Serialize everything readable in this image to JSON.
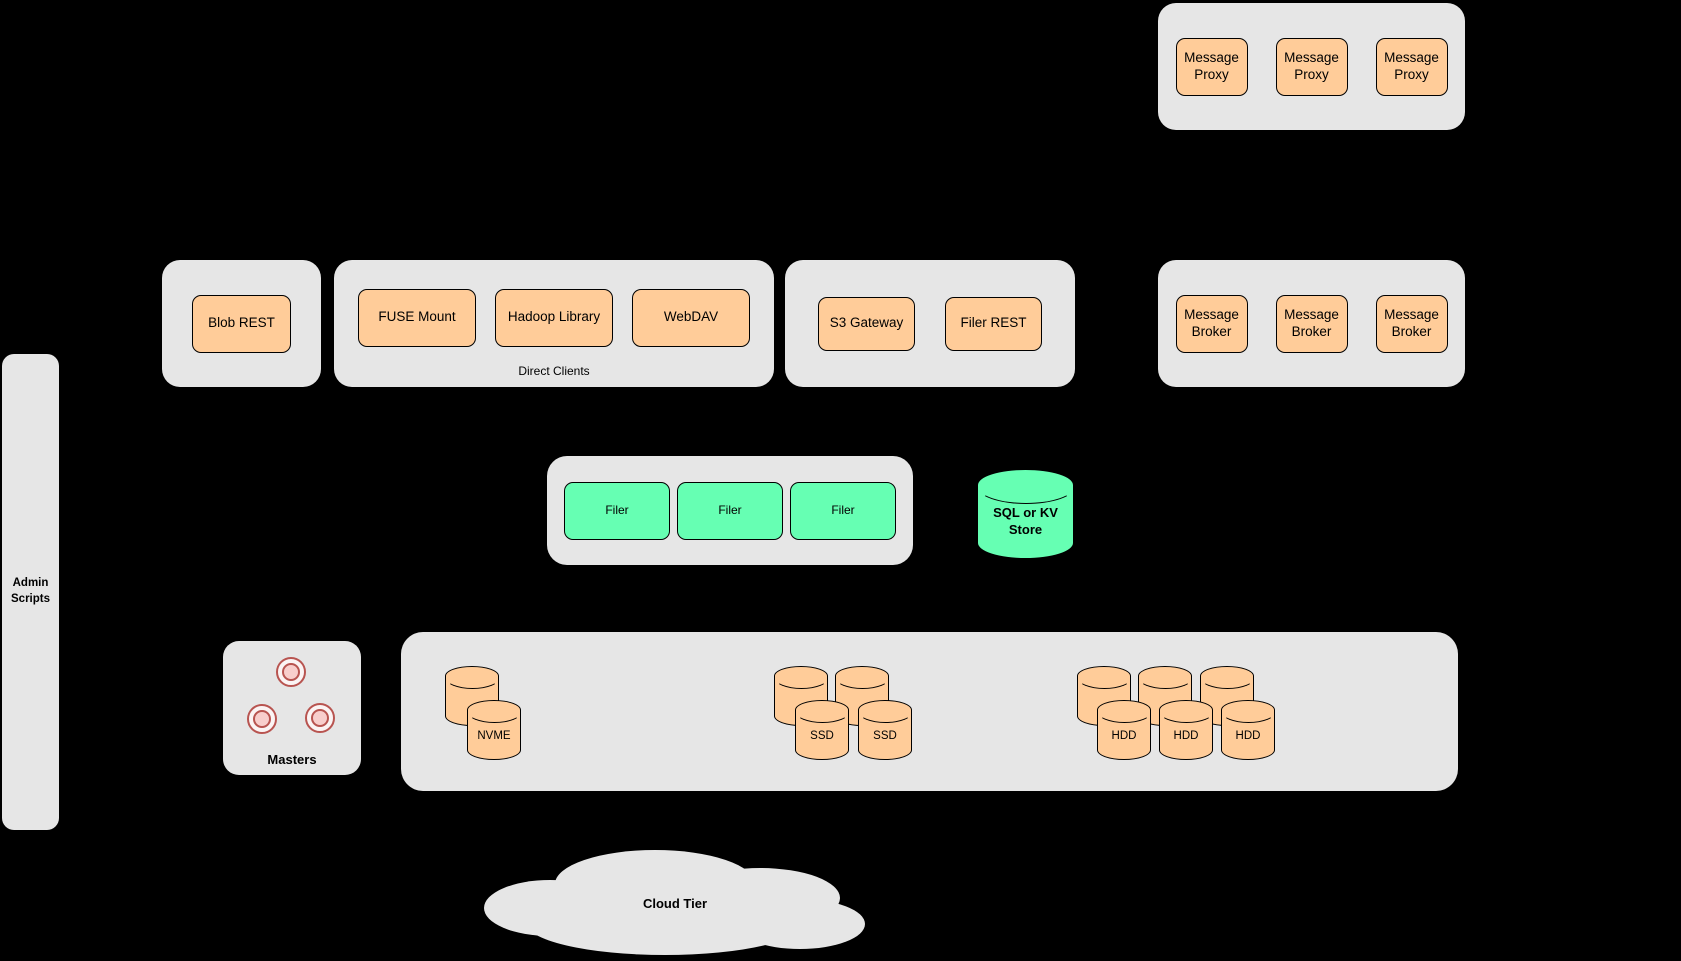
{
  "colors": {
    "bg": "#000000",
    "panel": "#e6e6e6",
    "node-orange": "#ffcc99",
    "node-green": "#66ffb3",
    "stroke": "#000000",
    "ring-border": "#b85450",
    "ring-fill": "#f8cecc"
  },
  "admin": {
    "label": "Admin Scripts"
  },
  "proxies": {
    "items": [
      "Message Proxy",
      "Message Proxy",
      "Message Proxy"
    ]
  },
  "blob": {
    "label": "Blob REST"
  },
  "direct_clients": {
    "caption": "Direct Clients",
    "items": [
      "FUSE Mount",
      "Hadoop Library",
      "WebDAV"
    ]
  },
  "gateways": {
    "items": [
      "S3 Gateway",
      "Filer REST"
    ]
  },
  "brokers": {
    "items": [
      "Message Broker",
      "Message Broker",
      "Message Broker"
    ]
  },
  "filers": {
    "items": [
      "Filer",
      "Filer",
      "Filer"
    ]
  },
  "store": {
    "label": "SQL or KV Store"
  },
  "masters": {
    "label": "Masters"
  },
  "volumes": {
    "nvme_label": "NVME",
    "ssd_labels": [
      "SSD",
      "SSD"
    ],
    "hdd_labels": [
      "HDD",
      "HDD",
      "HDD"
    ]
  },
  "cloud": {
    "label": "Cloud Tier"
  }
}
